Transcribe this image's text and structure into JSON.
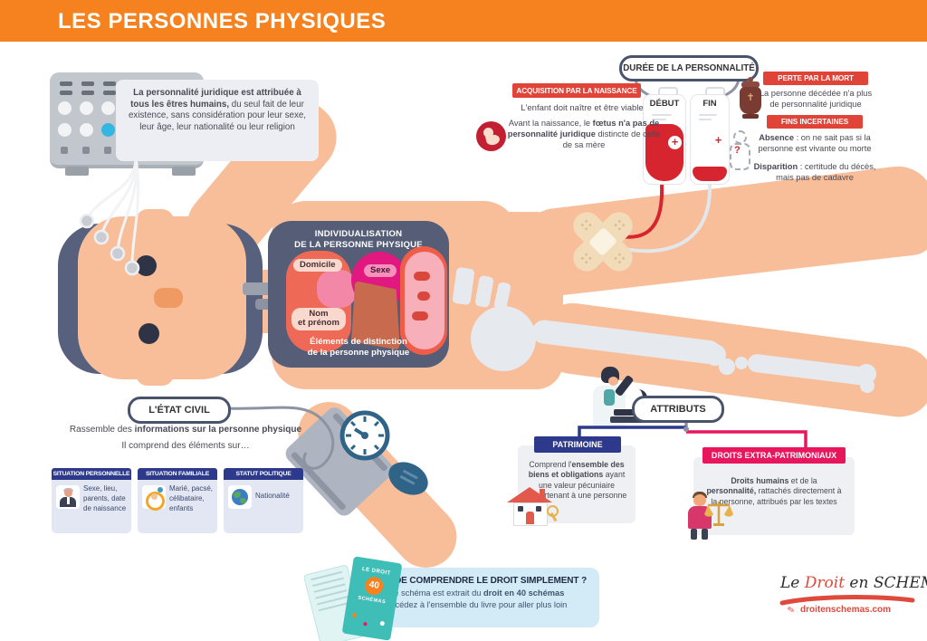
{
  "header": {
    "title": "LES PERSONNES PHYSIQUES"
  },
  "colors": {
    "orange": "#F6821F",
    "banner_red": "#E04337",
    "blood_red": "#D6252E",
    "navy": "#2D3A8C",
    "pink": "#E8175D",
    "slate": "#555E76",
    "peach": "#F8BE99",
    "teal": "#3FBDB7",
    "light_blue": "#D3EAF7",
    "logo_red": "#DE4A3C"
  },
  "intro": {
    "segments": [
      {
        "text": "La personnalité juridique est attribuée à tous les êtres humains,",
        "bold": true
      },
      {
        "text": " du seul fait de leur existence, sans considération pour leur sexe, leur âge, leur nationalité ou leur religion",
        "bold": false
      }
    ]
  },
  "duree": {
    "title": "DURÉE DE LA PERSONNALITÉ",
    "bags": {
      "debut": "DÉBUT",
      "fin": "FIN"
    },
    "acquisition": {
      "header": "ACQUISITION PAR LA NAISSANCE",
      "line1": "L'enfant doit naître et être viable",
      "para_segments": [
        {
          "text": "Avant la naissance, le ",
          "bold": false
        },
        {
          "text": "fœtus n'a pas de personnalité juridique",
          "bold": true
        },
        {
          "text": " distincte de celle de sa mère",
          "bold": false
        }
      ]
    },
    "perte": {
      "header": "PERTE PAR LA MORT",
      "text": "La personne décédée n'a plus de personnalité juridique"
    },
    "fins": {
      "header": "FINS INCERTAINES",
      "absence_segments": [
        {
          "text": "Absence",
          "bold": true
        },
        {
          "text": " : on ne sait pas si la personne est vivante ou morte",
          "bold": false
        }
      ],
      "disparition_segments": [
        {
          "text": "Disparition",
          "bold": true
        },
        {
          "text": " : certitude du décès, mais pas de cadavre",
          "bold": false
        }
      ]
    }
  },
  "individualisation": {
    "title": "INDIVIDUALISATION\nDE LA PERSONNE PHYSIQUE",
    "labels": {
      "domicile": "Domicile",
      "sexe": "Sexe",
      "nom": "Nom\net prénom"
    },
    "caption": "Éléments de distinction\nde la personne physique"
  },
  "etat_civil": {
    "title": "L'ÉTAT CIVIL",
    "line1_segments": [
      {
        "text": "Rassemble des ",
        "bold": false
      },
      {
        "text": "informations sur la personne physique",
        "bold": true
      }
    ],
    "line2": "Il comprend des éléments sur…",
    "boxes": [
      {
        "header": "SITUATION PERSONNELLE",
        "text": "Sexe, lieu, parents, date de naissance",
        "icon": "person-icon"
      },
      {
        "header": "SITUATION FAMILIALE",
        "text": "Marié, pacsé, célibataire, enfants",
        "icon": "family-icon"
      },
      {
        "header": "STATUT POLITIQUE",
        "text": "Nationalité",
        "icon": "globe-icon"
      }
    ]
  },
  "attributs": {
    "title": "ATTRIBUTS",
    "patrimoine": {
      "header": "PATRIMOINE",
      "segments": [
        {
          "text": "Comprend l'",
          "bold": false
        },
        {
          "text": "ensemble des biens et obligations",
          "bold": true
        },
        {
          "text": " ayant une valeur pécuniaire appartenant à une personne",
          "bold": false
        }
      ]
    },
    "droits_extra": {
      "header": "DROITS EXTRA-PATRIMONIAUX",
      "segments": [
        {
          "text": "Droits humains",
          "bold": true
        },
        {
          "text": " et de la ",
          "bold": false
        },
        {
          "text": "personnalité,",
          "bold": true
        },
        {
          "text": " rattachés directement à la personne, attribués par les textes",
          "bold": false
        }
      ]
    }
  },
  "promo": {
    "line1": "ENVIE DE COMPRENDRE LE DROIT SIMPLEMENT ?",
    "line2_segments": [
      {
        "text": "Ce schéma est extrait du ",
        "bold": false
      },
      {
        "text": "droit en 40 schémas",
        "bold": true
      }
    ],
    "line3": "Accédez à l'ensemble du livre pour aller plus loin",
    "book": {
      "cover_line1": "LE DROIT",
      "cover_number": "40",
      "cover_line2": "SCHÉMAS"
    }
  },
  "logo": {
    "le": "Le ",
    "droit": "Droit",
    "rest": " en SCHEMAS",
    "url": "droitenschemas.com",
    "pen": "✎"
  }
}
